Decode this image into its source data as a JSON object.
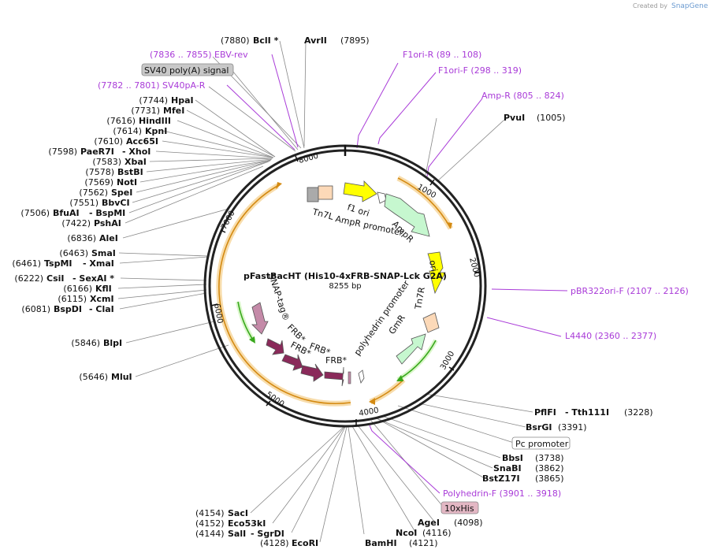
{
  "watermark": "Created by",
  "brand": "SnapGene",
  "title": "pFastBacHT (His10-4xFRB-SNAP-Lck G2A)",
  "length": "8255 bp",
  "ticks": [
    "1000",
    "2000",
    "3000",
    "4000",
    "5000",
    "6000",
    "7000",
    "8000"
  ],
  "features": {
    "tn7l": "Tn7L",
    "f1ori": "f1 ori",
    "ampr_promoter": "AmpR promoter",
    "ampr": "AmpR",
    "ori": "ori",
    "tn7r": "Tn7R",
    "gmr": "GmR",
    "polyhedrin_promoter": "polyhedrin promoter",
    "frb1": "FRB*",
    "frb2": "FRB*",
    "frb3": "FRB*",
    "frb4": "FRB*",
    "snap": "SNAP-tag®"
  },
  "boxes": {
    "sv40": "SV40 poly(A) signal",
    "pc": "Pc promoter",
    "his": "10xHis"
  },
  "left_sites": [
    {
      "pos": "(7744)",
      "name": "HpaI",
      "name2": ""
    },
    {
      "pos": "(7731)",
      "name": "MfeI",
      "name2": ""
    },
    {
      "pos": "(7616)",
      "name": "HindIII",
      "name2": ""
    },
    {
      "pos": "(7614)",
      "name": "KpnI",
      "name2": ""
    },
    {
      "pos": "(7610)",
      "name": "Acc65I",
      "name2": ""
    },
    {
      "pos": "(7598)",
      "name": "PaeR7I",
      "name2": "- XhoI"
    },
    {
      "pos": "(7583)",
      "name": "XbaI",
      "name2": ""
    },
    {
      "pos": "(7578)",
      "name": "BstBI",
      "name2": ""
    },
    {
      "pos": "(7569)",
      "name": "NotI",
      "name2": ""
    },
    {
      "pos": "(7562)",
      "name": "SpeI",
      "name2": ""
    },
    {
      "pos": "(7551)",
      "name": "BbvCI",
      "name2": ""
    },
    {
      "pos": "(7506)",
      "name": "BfuAI",
      "name2": "- BspMI"
    },
    {
      "pos": "(7422)",
      "name": "PshAI",
      "name2": ""
    },
    {
      "pos": "(6836)",
      "name": "AleI",
      "name2": ""
    },
    {
      "pos": "(6463)",
      "name": "SmaI",
      "name2": ""
    },
    {
      "pos": "(6461)",
      "name": "TspMI",
      "name2": "- XmaI"
    },
    {
      "pos": "(6222)",
      "name": "CsiI",
      "name2": "- SexAI *"
    },
    {
      "pos": "(6166)",
      "name": "KflI",
      "name2": ""
    },
    {
      "pos": "(6115)",
      "name": "XcmI",
      "name2": ""
    },
    {
      "pos": "(6081)",
      "name": "BspDI",
      "name2": "- ClaI"
    },
    {
      "pos": "(5846)",
      "name": "BlpI",
      "name2": ""
    },
    {
      "pos": "(5646)",
      "name": "MluI",
      "name2": ""
    }
  ],
  "top_sites": {
    "bcli_pos": "(7880)",
    "bcli": "BclI *",
    "avrii": "AvrII",
    "avrii_pos": "(7895)",
    "pvui": "PvuI",
    "pvui_pos": "(1005)"
  },
  "primers": {
    "ebv": "(7836 .. 7855)  EBV-rev",
    "sv40pa": "(7782 .. 7801)  SV40pA-R",
    "f1ori_r": "F1ori-R    (89 .. 108)",
    "f1ori_f": "F1ori-F    (298 .. 319)",
    "amp_r": "Amp-R    (805 .. 824)",
    "pbr322": "pBR322ori-F    (2107 .. 2126)",
    "l4440": "L4440    (2360 .. 2377)",
    "polyhedrin_f": "Polyhedrin-F    (3901 .. 3918)"
  },
  "right_sites": [
    {
      "name": "PflFI",
      "name2": "- Tth111I",
      "pos": "(3228)"
    },
    {
      "name": "BsrGI",
      "name2": "",
      "pos": "(3391)"
    },
    {
      "name": "BbsI",
      "name2": "",
      "pos": "(3738)"
    },
    {
      "name": "SnaBI",
      "name2": "",
      "pos": "(3862)"
    },
    {
      "name": "BstZ17I",
      "name2": "",
      "pos": "(3865)"
    }
  ],
  "bottom_sites": {
    "saci_pos": "(4154)",
    "saci": "SacI",
    "eco53_pos": "(4152)",
    "eco53": "Eco53kI",
    "sali_pos": "(4144)",
    "sali": "SalI",
    "sgrdi": "- SgrDI",
    "ecori_pos": "(4128)",
    "ecori": "EcoRI",
    "bamhi": "BamHI",
    "bamhi_pos": "(4121)",
    "ncoi": "NcoI",
    "ncoi_pos": "(4116)",
    "agei": "AgeI",
    "agei_pos": "(4098)"
  },
  "colors": {
    "primer": "#a93bd8",
    "yellow": "#ffff00",
    "lightgreen": "#c6f7cf",
    "peach": "#fcd9b8",
    "gray": "#999999",
    "maroon": "#8a2a5a",
    "snap": "#c48aa8",
    "orange": "#e8a33c"
  }
}
